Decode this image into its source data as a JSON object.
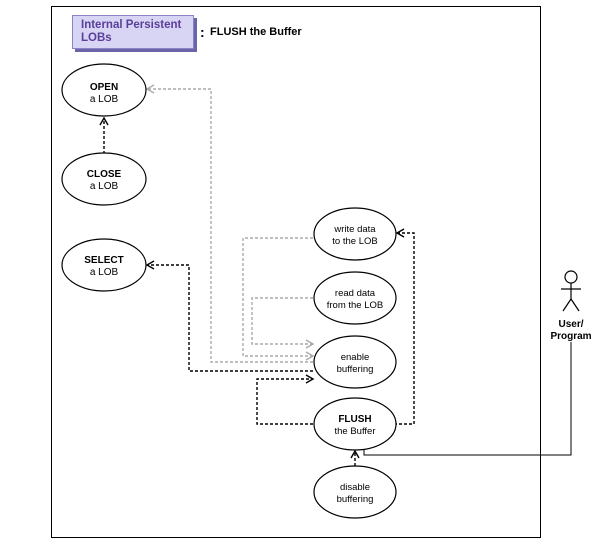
{
  "header": {
    "badge": "Internal Persistent LOBs",
    "separator": ":",
    "title": "FLUSH the Buffer"
  },
  "use_cases": {
    "open": {
      "line1": "OPEN",
      "line2": "a LOB"
    },
    "close": {
      "line1": "CLOSE",
      "line2": "a LOB"
    },
    "select": {
      "line1": "SELECT",
      "line2": "a LOB"
    },
    "write": {
      "line1": "write data",
      "line2": "to the LOB"
    },
    "read": {
      "line1": "read data",
      "line2": "from the LOB"
    },
    "enable": {
      "line1": "enable",
      "line2": "buffering"
    },
    "flush": {
      "line1": "FLUSH",
      "line2": "the Buffer"
    },
    "disable": {
      "line1": "disable",
      "line2": "buffering"
    }
  },
  "actor": {
    "line1": "User/",
    "line2": "Program"
  },
  "colors": {
    "badge_fill": "#d8d4f4",
    "badge_text": "#5a3f9a",
    "gray_edge": "#aaaaaa",
    "dark_edge": "#000000"
  }
}
